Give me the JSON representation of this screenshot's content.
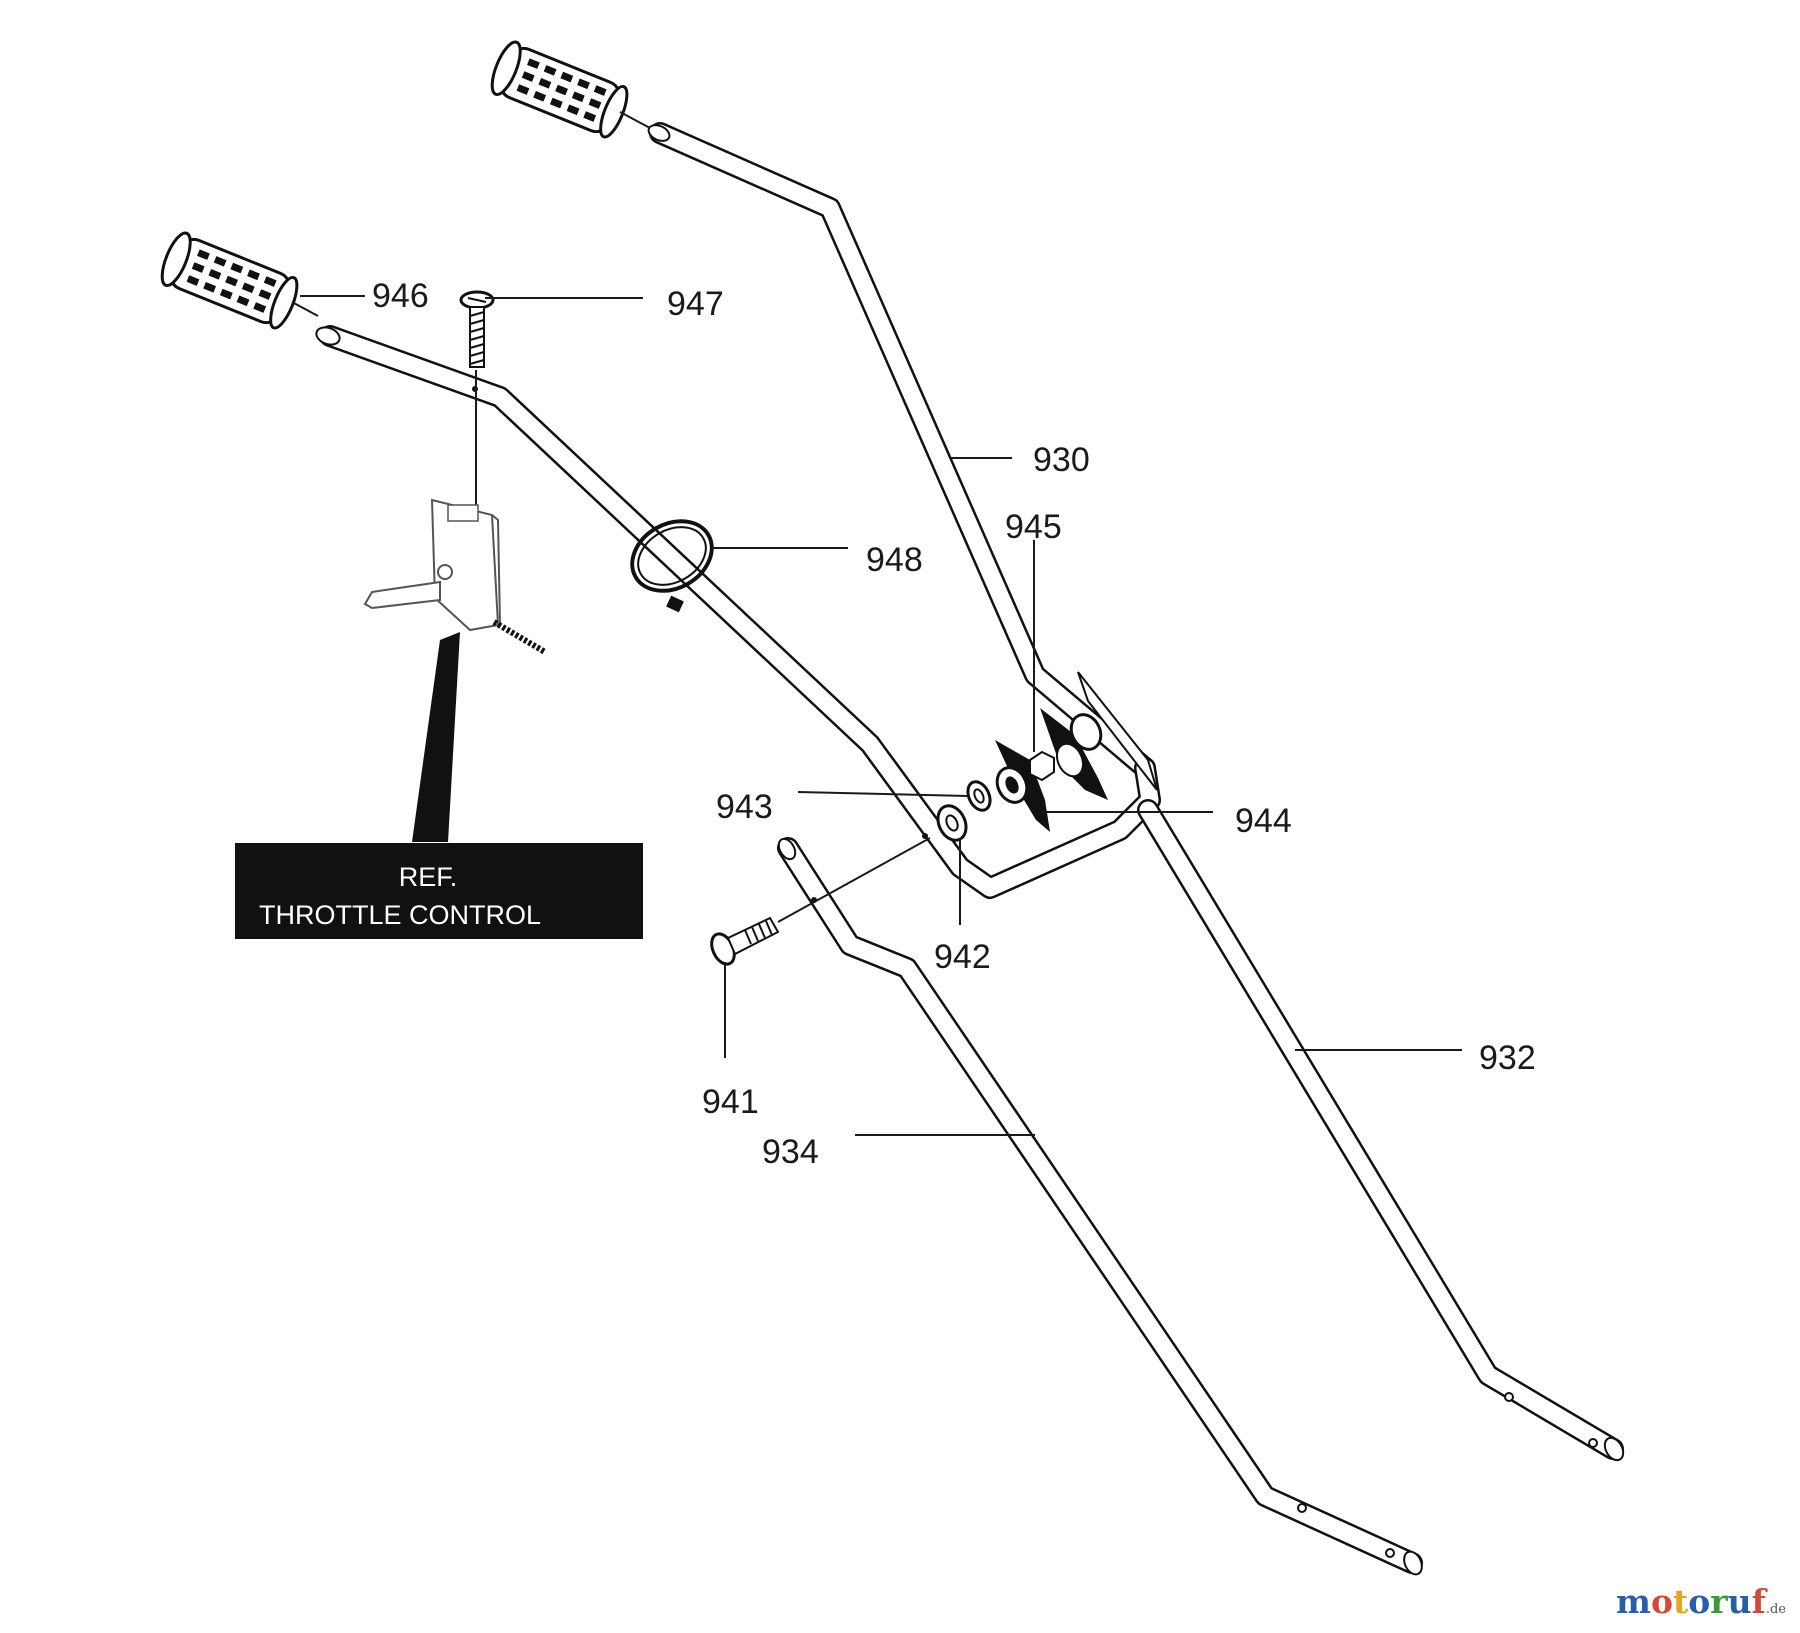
{
  "parts": {
    "p930": "930",
    "p932": "932",
    "p934": "934",
    "p941": "941",
    "p942": "942",
    "p943": "943",
    "p944": "944",
    "p945": "945",
    "p946": "946",
    "p947": "947",
    "p948": "948"
  },
  "ref_box": {
    "line1": "REF.",
    "line2": "THROTTLE CONTROL"
  },
  "watermark": {
    "m1": "m",
    "o1": "o",
    "t": "t",
    "o2": "o",
    "r": "r",
    "u": "u",
    "f": "f",
    "dot": ".",
    "de": "de",
    "colors": [
      "#2a5fa8",
      "#d44a3a",
      "#e5a521",
      "#2a5fa8",
      "#3c9a3c",
      "#2a5fa8",
      "#d44a3a"
    ]
  }
}
